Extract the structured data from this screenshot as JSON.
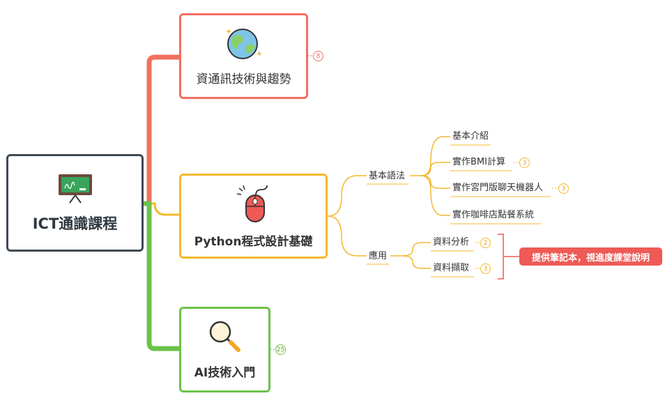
{
  "root": {
    "title": "ICT通識課程",
    "icon": "chalkboard-icon"
  },
  "topics": [
    {
      "title": "資通訊技術與趨勢",
      "icon": "globe-icon",
      "count": "8",
      "color": "#f0705f"
    },
    {
      "title": "Python程式設計基礎",
      "icon": "computer-mouse-icon",
      "color": "#f5b82e"
    },
    {
      "title": "AI技術入門",
      "icon": "magnifier-icon",
      "count": "25",
      "color": "#6cc24a"
    }
  ],
  "python": {
    "syntax": {
      "label": "基本語法",
      "items": [
        {
          "label": "基本介紹"
        },
        {
          "label": "實作BMI計算",
          "count": "3"
        },
        {
          "label": "實作宮門版聊天機器人",
          "count": "3"
        },
        {
          "label": "實作咖啡店點餐系統"
        }
      ]
    },
    "apps": {
      "label": "應用",
      "items": [
        {
          "label": "資料分析",
          "count": "2"
        },
        {
          "label": "資料擷取",
          "count": "3"
        }
      ]
    },
    "note": "提供筆記本，視進度課堂說明"
  }
}
